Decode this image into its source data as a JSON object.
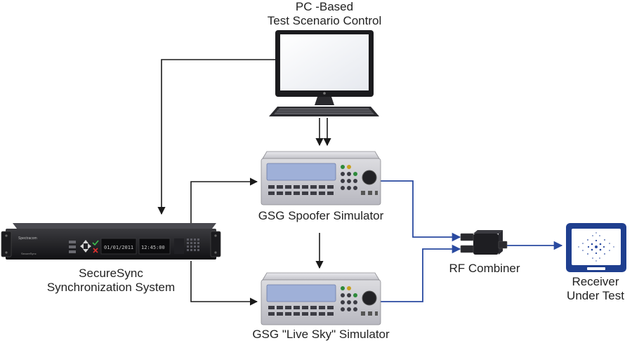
{
  "labels": {
    "pc_line1": "PC -Based",
    "pc_line2": "Test Scenario Control",
    "spoofer": "GSG Spoofer Simulator",
    "livesky": "GSG \"Live Sky\" Simulator",
    "securesync_line1": "SecureSync",
    "securesync_line2": "Synchronization System",
    "combiner": "RF Combiner",
    "receiver_line1": "Receiver",
    "receiver_line2": "Under Test"
  },
  "securesync_panel": {
    "brand": "Spectracom",
    "model": "SecureSync",
    "date_display": "01/01/2011",
    "time_display": "12:45:00"
  },
  "colors": {
    "black_link": "#1a1a1a",
    "rf_link": "#2a4aa0",
    "receiver_frame": "#1f3f8f",
    "receiver_screen": "#ffffff",
    "device_body": "#d2d2d6",
    "lcd": "#9fb0d8"
  }
}
